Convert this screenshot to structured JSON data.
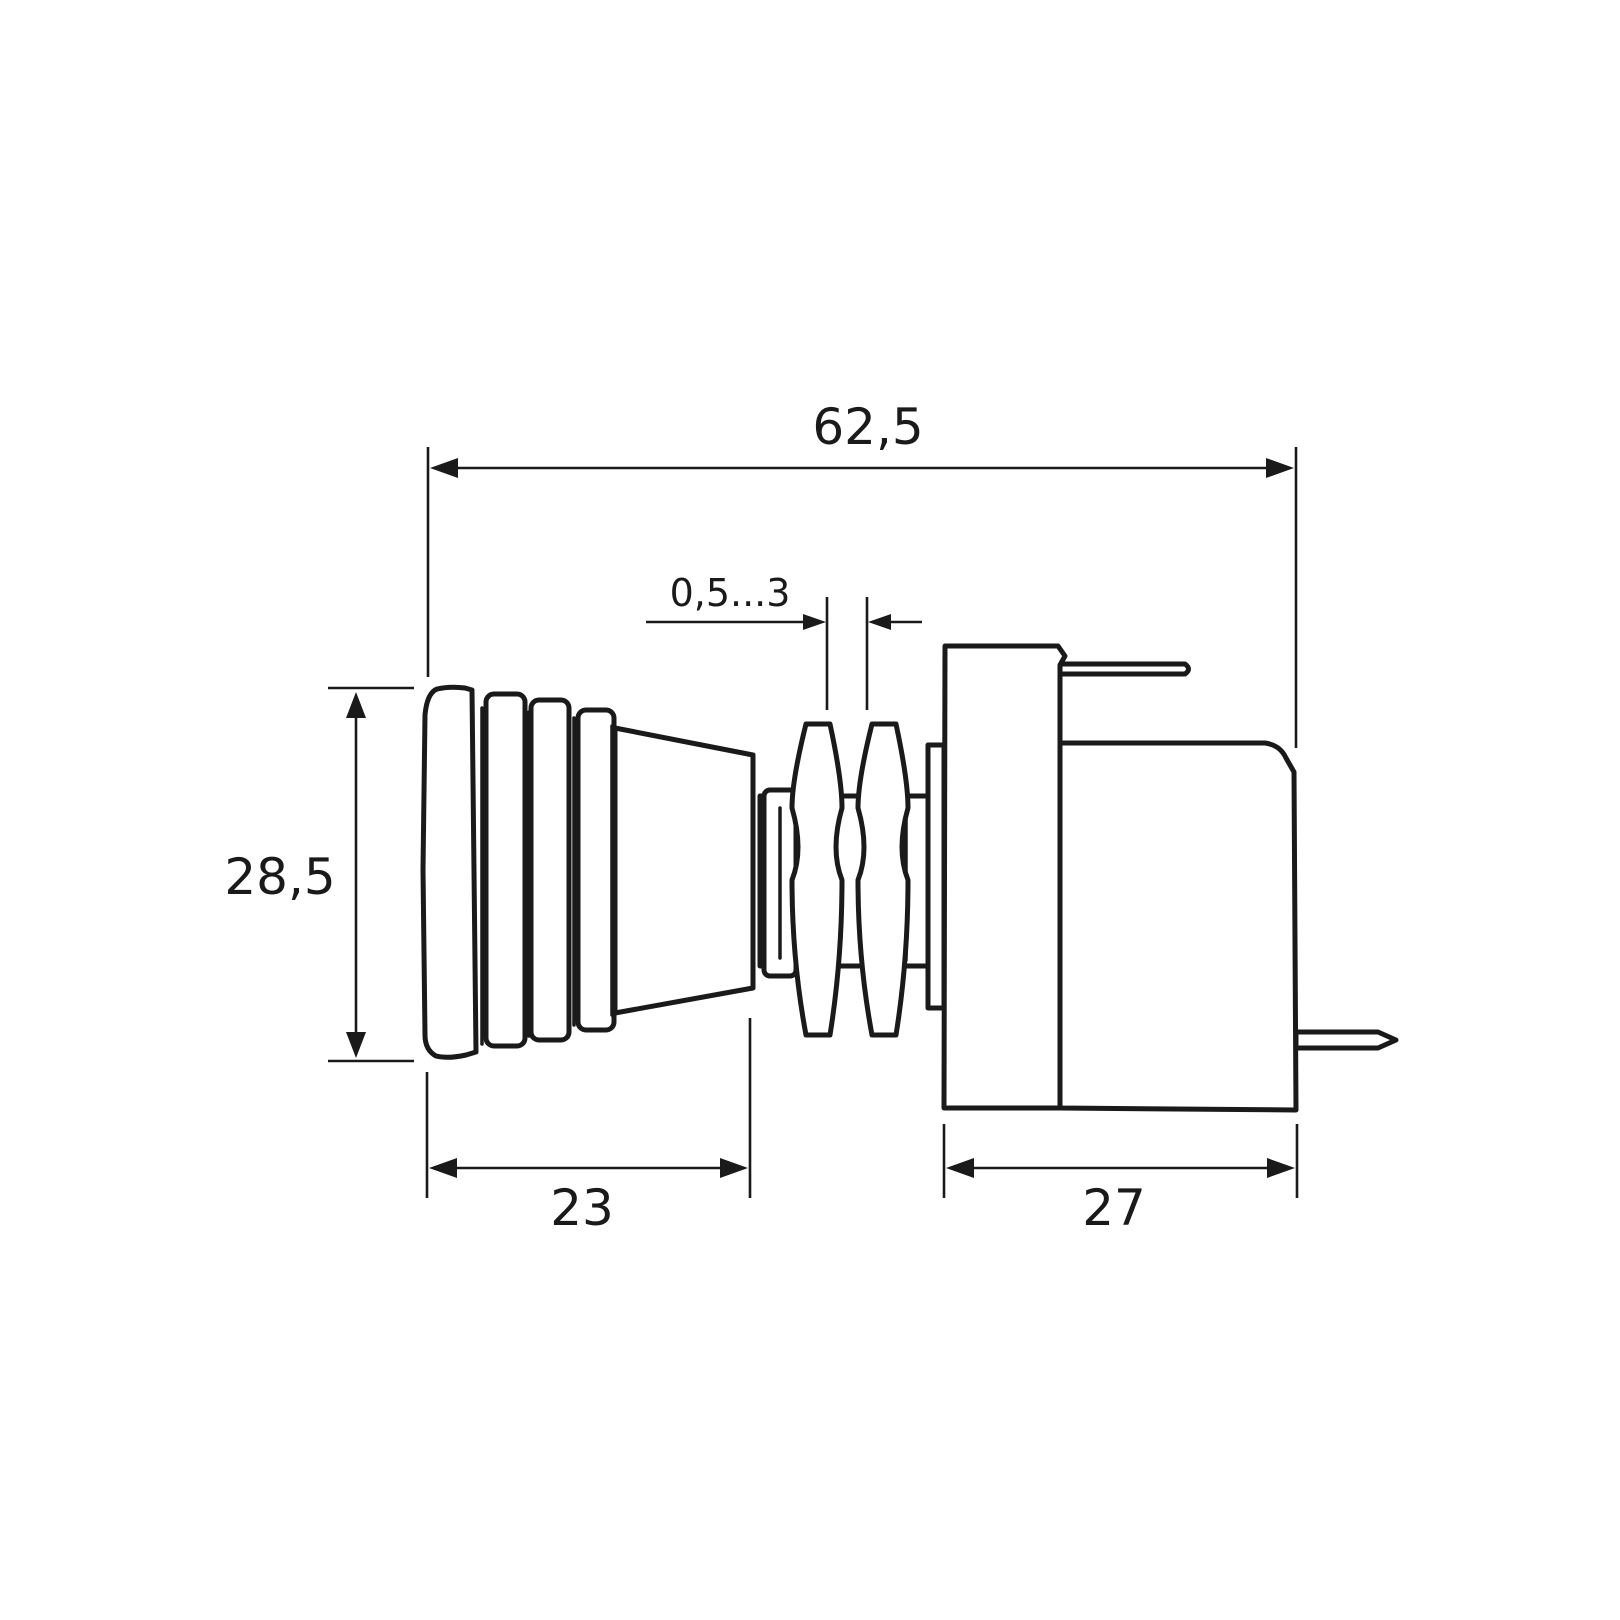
{
  "drawing": {
    "dimensions": {
      "overall_length": "62,5",
      "height": "28,5",
      "front_length": "23",
      "rear_length": "27",
      "panel_thickness": "0,5...3"
    },
    "colors": {
      "line": "#1a1a1a",
      "background": "#ffffff"
    }
  }
}
